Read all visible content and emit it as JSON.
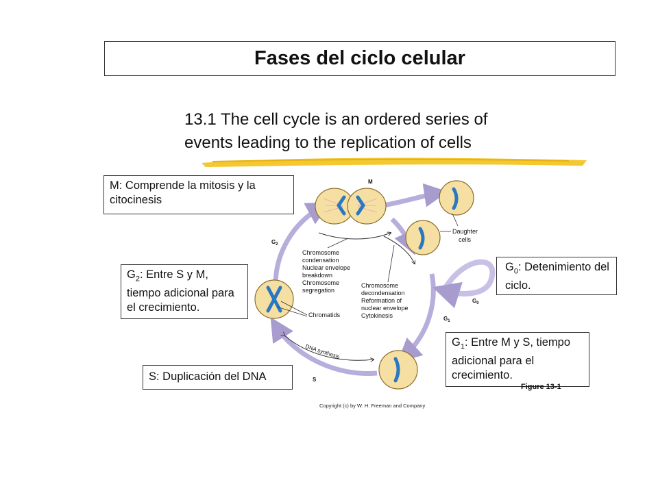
{
  "title": "Fases del ciclo celular",
  "subtitle": {
    "line1": "13.1 The cell cycle is an ordered series of",
    "line2": "events leading to the replication of cells"
  },
  "phase_labels": {
    "m": "M",
    "g2": "G",
    "g2_sub": "2",
    "g1": "G",
    "g1_sub": "1",
    "g0": "G",
    "g0_sub": "0",
    "s": "S",
    "dna_synthesis": "DNA synthesis"
  },
  "annotations": {
    "daughter_cells": [
      "Daughter",
      "cells"
    ],
    "prophase_list": [
      "Chromosome",
      "condensation",
      "Nuclear envelope",
      "breakdown",
      "Chromosome",
      "segregation"
    ],
    "telophase_list": [
      "Chromosome",
      "decondensation",
      "Reformation of",
      "nuclear envelope",
      "Cytokinesis"
    ],
    "chromatids": "Chromatids"
  },
  "notes": {
    "m": "M: Comprende la mitosis y la citocinesis",
    "g2_prefix": "G",
    "g2_sub": "2",
    "g2_text": ": Entre S y M, tiempo adicional para el crecimiento.",
    "g0_prefix": "G",
    "g0_sub": "0",
    "g0_text": ": Detenimiento del ciclo.",
    "g1_prefix": "G",
    "g1_sub": "1",
    "g1_text": ": Entre M y S, tiempo adicional para el crecimiento.",
    "s": "S: Duplicación del DNA"
  },
  "figure_label": "Figure 13-1",
  "copyright": "Copyright (c) by W. H. Freeman and Company",
  "colors": {
    "cell_fill": "#f6dfa2",
    "cell_stroke": "#8a6d2a",
    "chromosome": "#2b78c2",
    "arrow": "#a89ccf",
    "highlight": "#f2c21b",
    "spindle": "#e0a3b8"
  }
}
